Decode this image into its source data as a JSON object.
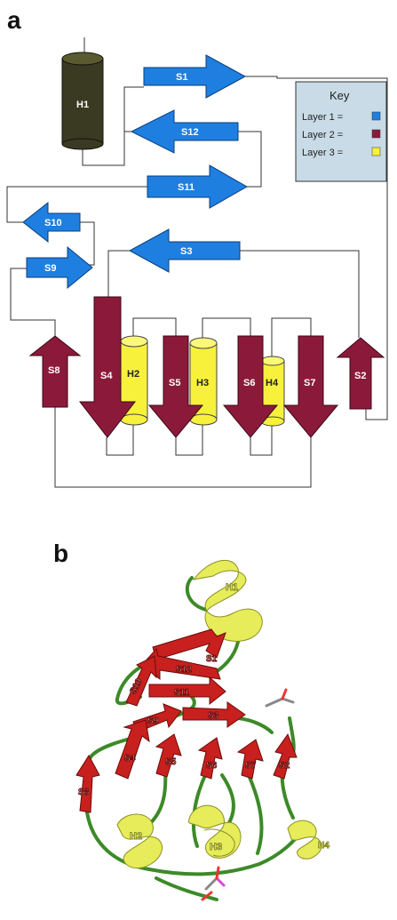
{
  "panel_a_label": "a",
  "panel_b_label": "b",
  "key": {
    "title": "Key",
    "entries": [
      {
        "label": "Layer 1 =",
        "color": "#1e7fe0"
      },
      {
        "label": "Layer 2 =",
        "color": "#8b1a3a"
      },
      {
        "label": "Layer 3 =",
        "color": "#f7f13c"
      }
    ]
  },
  "colors": {
    "layer1": "#1e7fe0",
    "layer2": "#8b1a3a",
    "layer3": "#f7f13c",
    "helix_h1": "#3a3a22",
    "key_bg": "#c8dbe6",
    "ribbon_strand": "#c8201e",
    "ribbon_helix": "#e6ec5a",
    "ribbon_loop": "#3c8a28"
  },
  "topology": {
    "h1": "H1",
    "s1": "S1",
    "s12": "S12",
    "s11": "S11",
    "s10": "S10",
    "s9": "S9",
    "s3": "S3",
    "s8": "S8",
    "s4": "S4",
    "h2": "H2",
    "s5": "S5",
    "h3": "H3",
    "s6": "S6",
    "h4": "H4",
    "s7": "S7",
    "s2": "S2"
  },
  "ribbon": {
    "h1": "H1",
    "s1": "S1",
    "s12": "S12",
    "s10": "S10",
    "s11": "S11",
    "s9": "S9",
    "s3": "S3",
    "s4": "S4",
    "s5": "S5",
    "s6": "S6",
    "s7": "S7",
    "s2": "S2",
    "s8": "S8",
    "h2": "H2",
    "h3": "H3",
    "h4": "H4"
  }
}
